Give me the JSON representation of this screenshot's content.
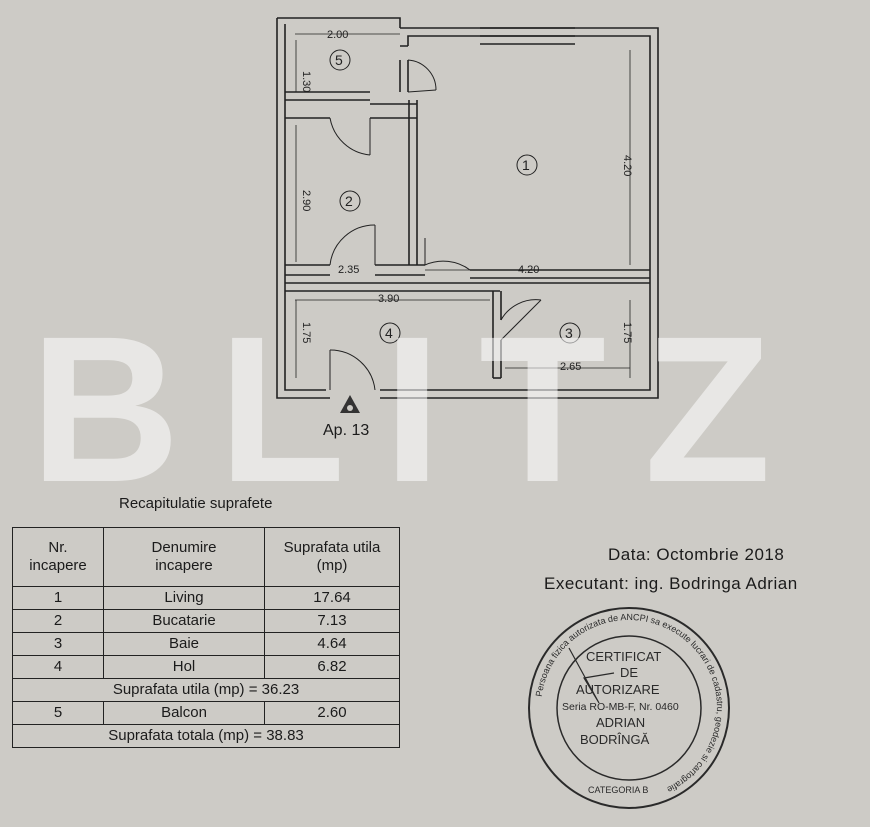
{
  "plan": {
    "dimensions": {
      "balcony_width": "2.00",
      "balcony_depth": "1.30",
      "kitchen_height": "2.90",
      "kitchen_width": "2.35",
      "living_height": "4.20",
      "living_width": "4.20",
      "hall_width": "3.90",
      "hall_height": "1.75",
      "bath_height": "1.75",
      "bath_width": "2.65"
    },
    "rooms": [
      "1",
      "2",
      "3",
      "4",
      "5"
    ],
    "apartment_label": "Ap. 13"
  },
  "watermark": "BLITZ",
  "summary": {
    "title": "Recapitulatie suprafete",
    "headers": [
      "Nr.\nincapere",
      "Denumire\nincapere",
      "Suprafata utila\n(mp)"
    ],
    "rows": [
      {
        "nr": "1",
        "name": "Living",
        "area": "17.64"
      },
      {
        "nr": "2",
        "name": "Bucatarie",
        "area": "7.13"
      },
      {
        "nr": "3",
        "name": "Baie",
        "area": "4.64"
      },
      {
        "nr": "4",
        "name": "Hol",
        "area": "6.82"
      }
    ],
    "useful_total": "Suprafata utila (mp) = 36.23",
    "balcony_row": {
      "nr": "5",
      "name": "Balcon",
      "area": "2.60"
    },
    "grand_total": "Suprafata totala (mp) = 38.83"
  },
  "meta": {
    "date": "Data: Octombrie 2018",
    "executant": "Executant: ing. Bodringa  Adrian"
  },
  "stamp": {
    "ring_text": "Persoana fizica autorizata de ANCPI sa execute lucrari de cadastru, geodezie si cartografie",
    "line1": "CERTIFICAT",
    "line2": "DE",
    "line3": "AUTORIZARE",
    "line4": "Seria RO-MB-F, Nr. 0460",
    "line5": "ADRIAN",
    "line6": "BODRÎNGĂ",
    "bottom": "CATEGORIA B"
  }
}
